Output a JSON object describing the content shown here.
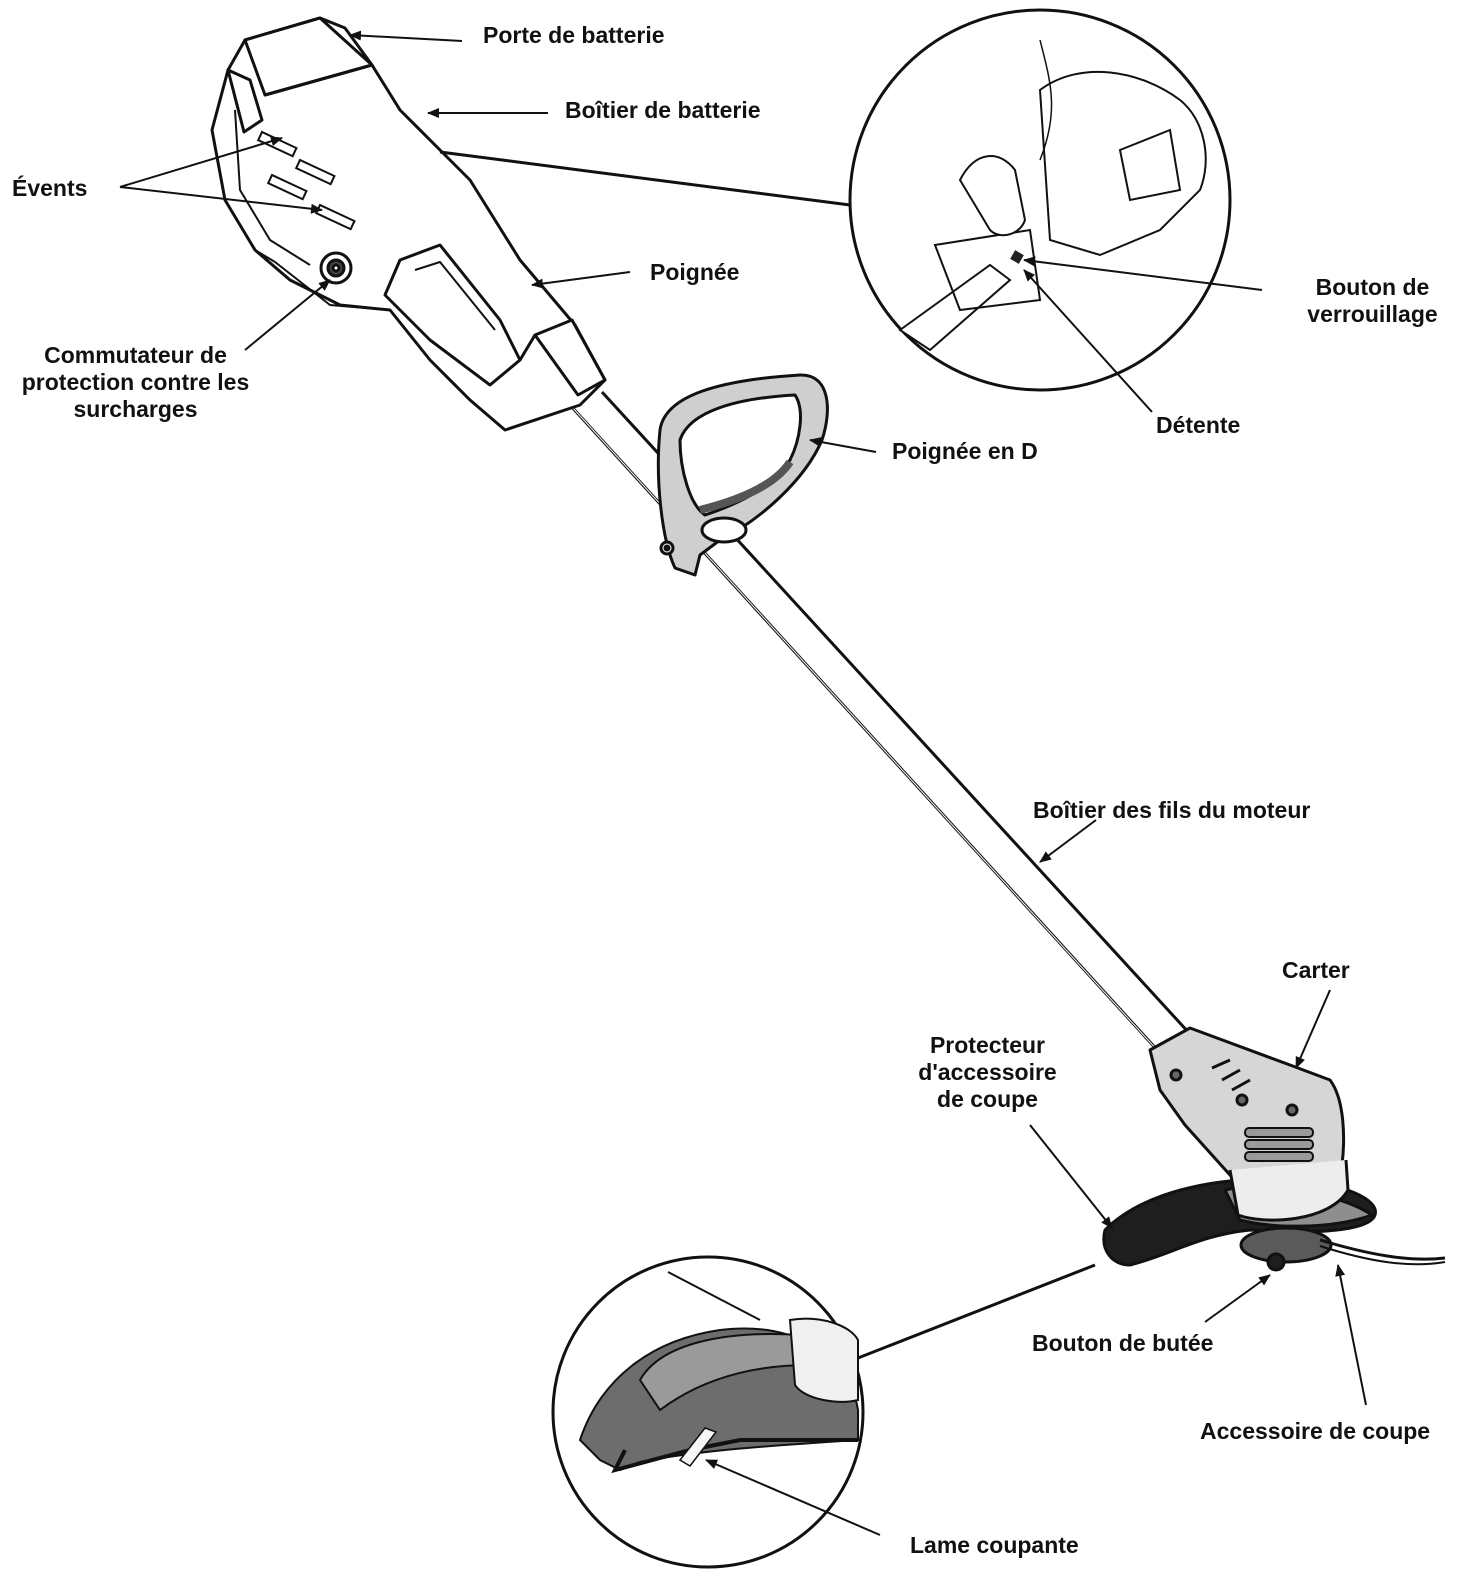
{
  "labels": {
    "porte_batterie": "Porte de batterie",
    "boitier_batterie": "Boîtier de batterie",
    "events": "Évents",
    "poignee": "Poignée",
    "commutateur": [
      "Commutateur de",
      "protection contre les",
      "surcharges"
    ],
    "bouton_verrouillage": [
      "Bouton de",
      "verrouillage"
    ],
    "detente": "Détente",
    "poignee_d": "Poignée en D",
    "boitier_fils": "Boîtier des fils du moteur",
    "carter": "Carter",
    "protecteur": [
      "Protecteur",
      "d'accessoire",
      "de coupe"
    ],
    "bouton_butee": "Bouton de butée",
    "accessoire_coupe": "Accessoire de coupe",
    "lame_coupante": "Lame coupante"
  },
  "colors": {
    "line": "#111111",
    "light_gray": "#d6d6d6",
    "mid_gray": "#8e8e8e",
    "dark_gray": "#3a3a3a",
    "guard_black": "#1e1e1e"
  }
}
